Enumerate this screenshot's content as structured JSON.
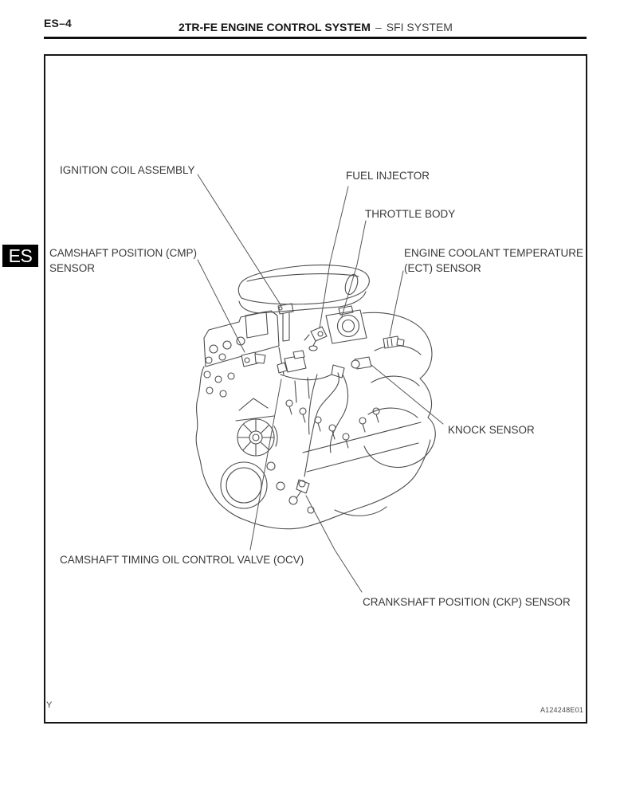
{
  "header": {
    "page_code": "ES–4",
    "title_main": "2TR-FE ENGINE CONTROL SYSTEM",
    "title_separator": "–",
    "title_sub": "SFI SYSTEM"
  },
  "side_tab": {
    "label": "ES"
  },
  "figure": {
    "description": "2TR-FE engine line illustration with sensor callouts",
    "callouts": {
      "ignition_coil": {
        "label": "IGNITION COIL ASSEMBLY"
      },
      "fuel_injector": {
        "label": "FUEL INJECTOR"
      },
      "throttle_body": {
        "label": "THROTTLE BODY"
      },
      "cmp_sensor": {
        "line1": "CAMSHAFT POSITION (CMP)",
        "line2": "SENSOR"
      },
      "ect_sensor": {
        "line1": "ENGINE COOLANT TEMPERATURE",
        "line2": "(ECT) SENSOR"
      },
      "knock_sensor": {
        "label": "KNOCK SENSOR"
      },
      "ocv": {
        "label": "CAMSHAFT TIMING OIL CONTROL VALVE (OCV)"
      },
      "ckp_sensor": {
        "label": "CRANKSHAFT POSITION (CKP) SENSOR"
      }
    },
    "footer_left": "Y",
    "figure_code": "A124248E01"
  },
  "colors": {
    "line_art": "#4d4d4d",
    "leader_line": "#565656",
    "text": "#383838",
    "tab_bg": "#000000",
    "tab_text": "#ffffff",
    "header_rule": "#101010"
  }
}
